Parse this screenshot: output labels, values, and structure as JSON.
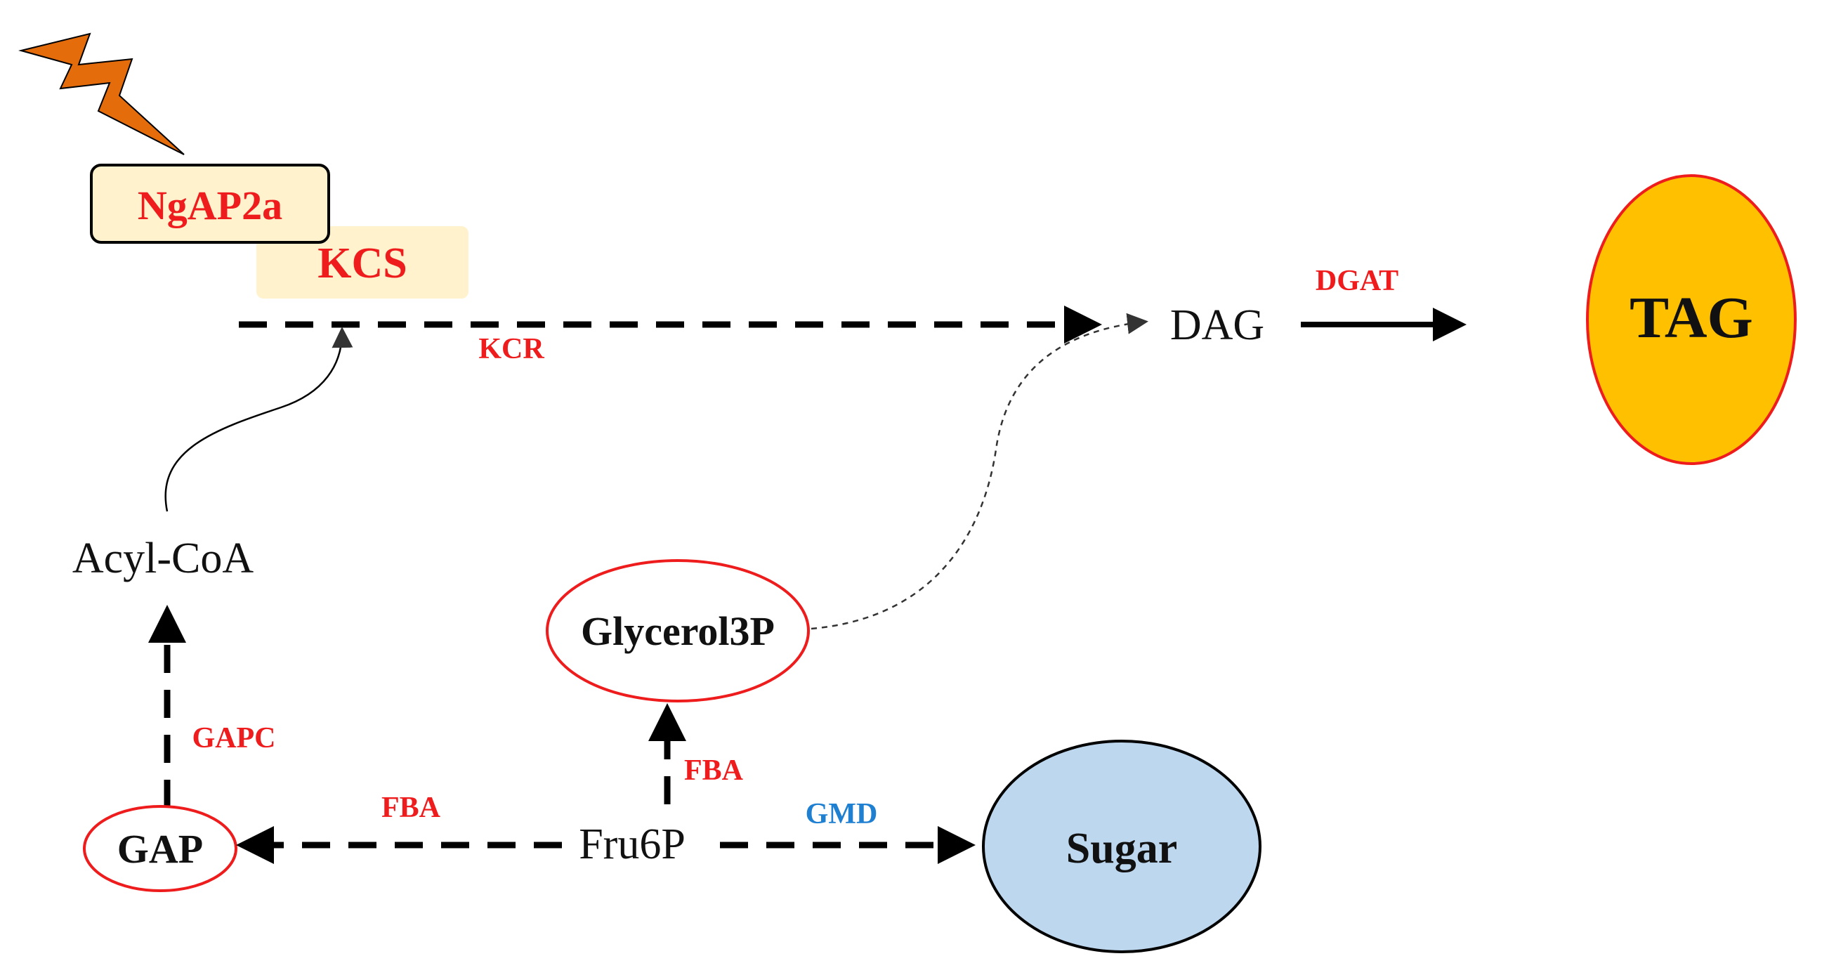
{
  "nodes": {
    "ngap2a": "NgAP2a",
    "kcs": "KCS",
    "dag": "DAG",
    "tag": "TAG",
    "acyl_coa": "Acyl-CoA",
    "glycerol3p": "Glycerol3P",
    "gap": "GAP",
    "fru6p": "Fru6P",
    "sugar": "Sugar"
  },
  "enzymes": {
    "kcr": "KCR",
    "dgat": "DGAT",
    "gapc": "GAPC",
    "fba_left": "FBA",
    "fba_up": "FBA",
    "gmd": "GMD"
  },
  "icons": {
    "trigger": "lightning-bolt-icon"
  },
  "colors": {
    "enzyme_red": "#ee1c1c",
    "enzyme_blue": "#1f7fd1",
    "tag_fill": "#ffc000",
    "sugar_fill": "#bdd7ee",
    "kcs_fill": "#fff2cc",
    "ngap2a_fill": "#fff2cc",
    "bolt_fill": "#e46c0a",
    "outline_red": "#ee1c1c"
  }
}
